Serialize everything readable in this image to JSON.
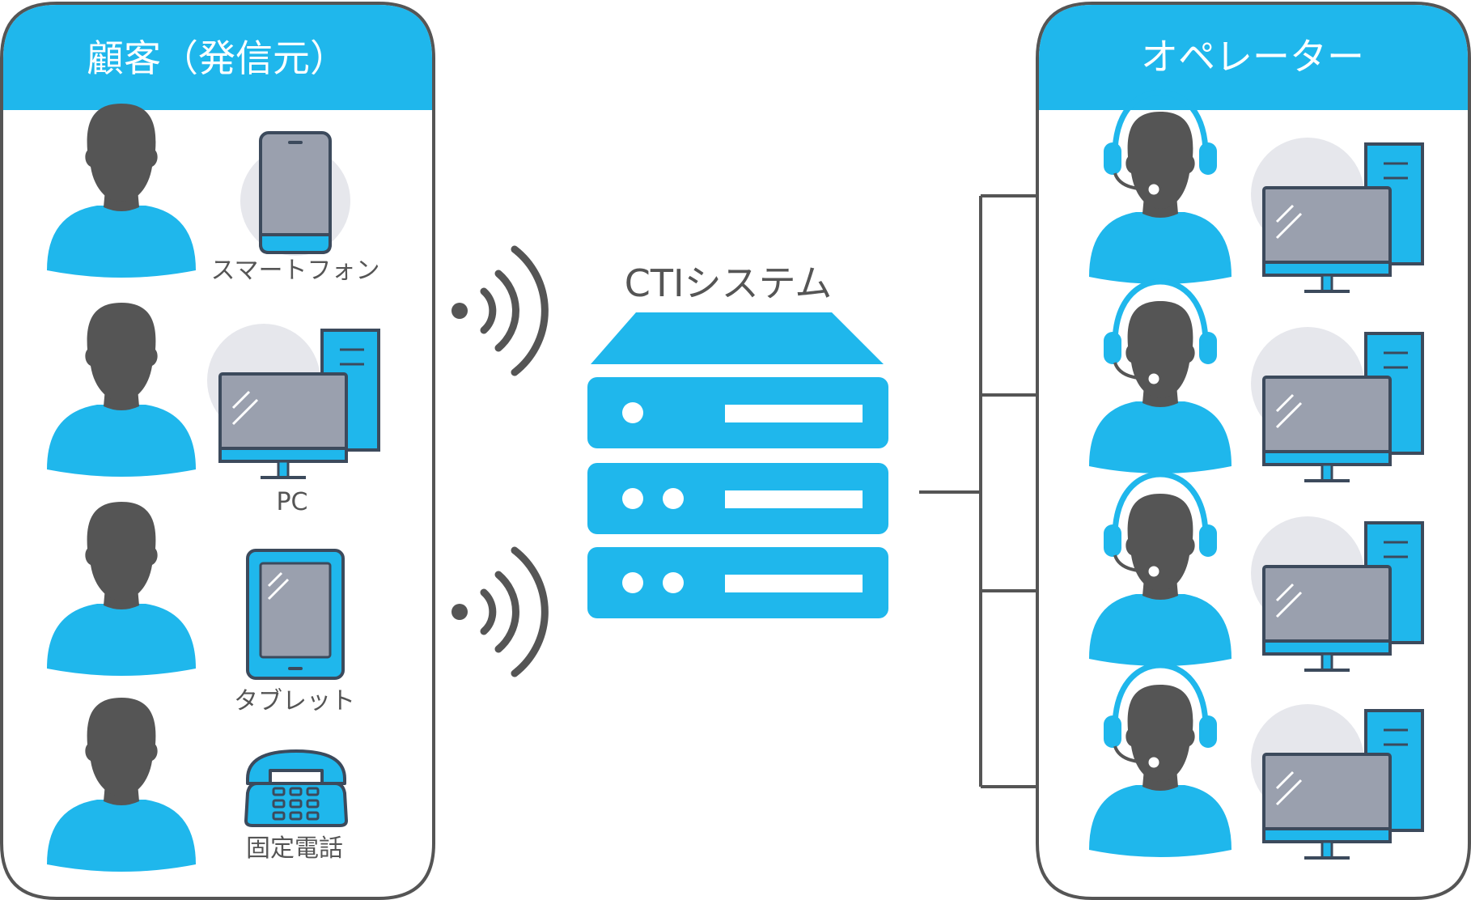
{
  "customer_panel": {
    "title": "顧客（発信元）"
  },
  "operator_panel": {
    "title": "オペレーター"
  },
  "cti": {
    "label": "CTIシステム"
  },
  "devices": {
    "smartphone": "スマートフォン",
    "pc": "PC",
    "tablet": "タブレット",
    "landline": "固定電話"
  },
  "colors": {
    "accent": "#1fb7ec",
    "dark": "#555555",
    "outline": "#3c4a5c",
    "screen": "#9aa0ae",
    "bubble": "#e6e7ec"
  }
}
